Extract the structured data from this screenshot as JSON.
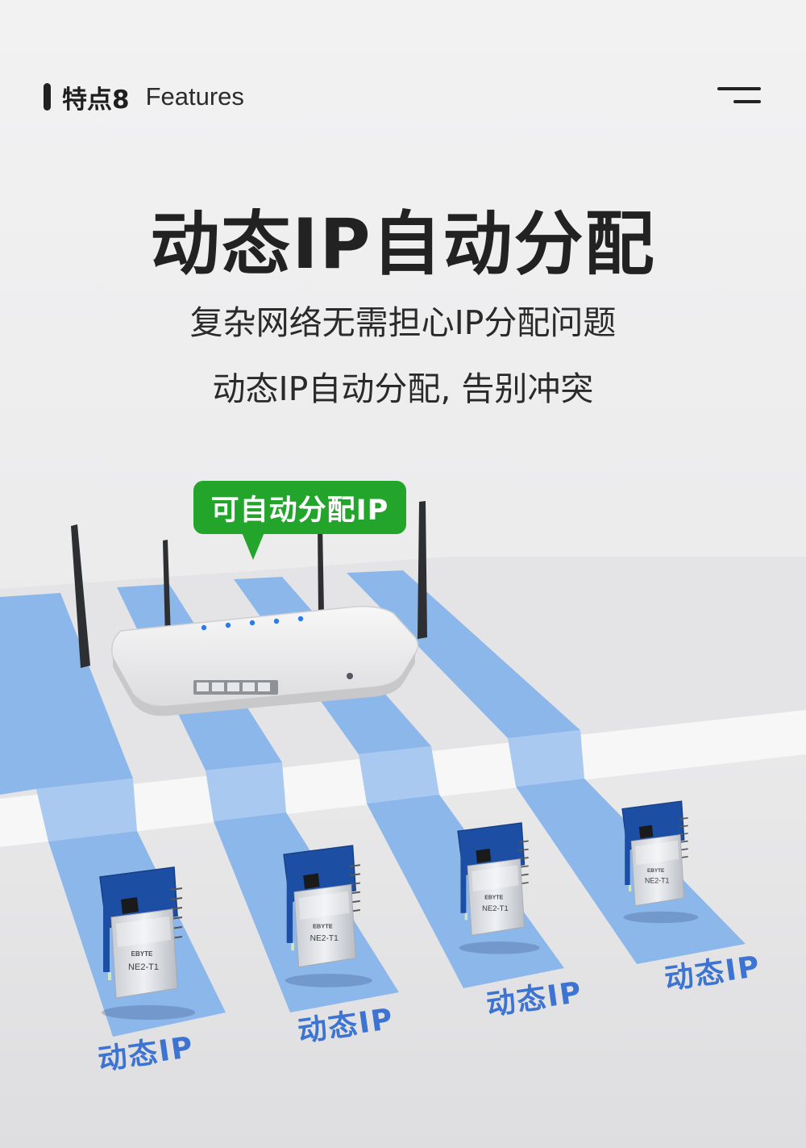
{
  "header": {
    "zh": "特点8",
    "en": "Features"
  },
  "title": "动态IP自动分配",
  "subtitle1": "复杂网络无需担心IP分配问题",
  "subtitle2": "动态IP自动分配, 告别冲突",
  "bubble": "可自动分配IP",
  "module": {
    "brand": "EBYTE",
    "model": "NE2-T1"
  },
  "ip_labels": [
    "动态IP",
    "动态IP",
    "动态IP",
    "动态IP"
  ],
  "colors": {
    "stripe": "#8cb7ea",
    "accent_green": "#22a52a",
    "label_blue": "#3d73d1",
    "pcb": "#1c4fa3"
  }
}
